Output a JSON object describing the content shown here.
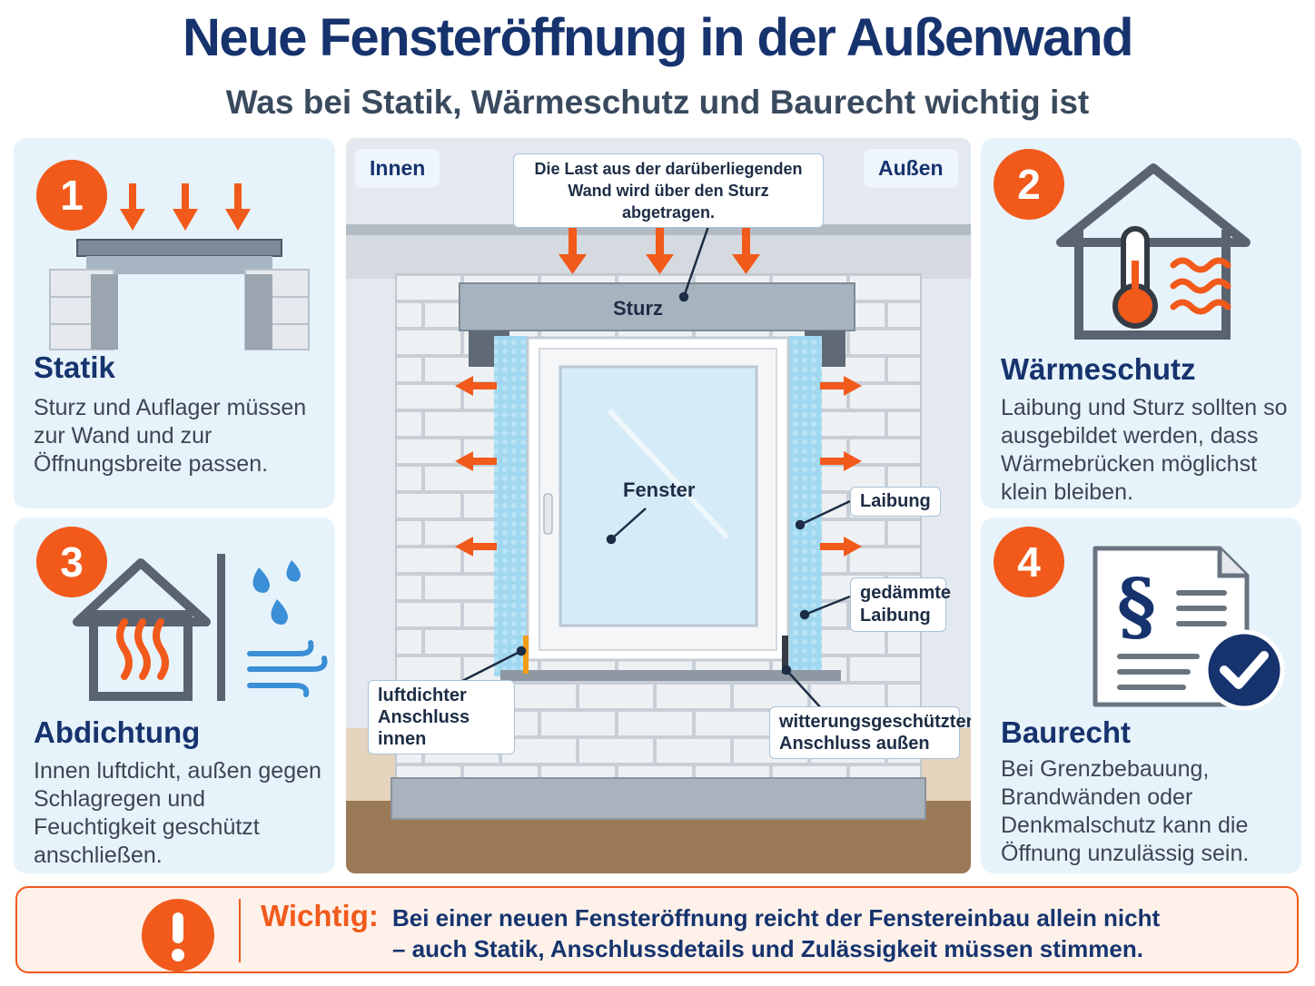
{
  "header": {
    "title": "Neue Fensteröffnung in der Außenwand",
    "subtitle": "Was bei Statik, Wärmeschutz und Baurecht wichtig ist"
  },
  "cards": [
    {
      "number": "1",
      "title": "Statik",
      "text": "Sturz und Auflager müssen zur Wand und zur Öffnungsbreite passen.",
      "icon": "lintel-load-icon"
    },
    {
      "number": "2",
      "title": "Wärmeschutz",
      "text": "Laibung und Sturz sollten so ausgebildet werden, dass Wärmebrücken möglichst klein bleiben.",
      "icon": "house-thermometer-icon"
    },
    {
      "number": "3",
      "title": "Abdichtung",
      "text": "Innen luftdicht, außen gegen Schlagregen und Feuchtigkeit geschützt anschließen.",
      "icon": "house-rain-wind-icon"
    },
    {
      "number": "4",
      "title": "Baurecht",
      "text": "Bei Grenzbebauung, Brandwänden oder Denkmalschutz kann die Öffnung unzulässig sein.",
      "icon": "paragraph-document-check-icon"
    }
  ],
  "diagram": {
    "side_inside": "Innen",
    "side_outside": "Außen",
    "load_note": "Die Last aus der darüberliegenden Wand wird über den Sturz abgetragen.",
    "lintel": "Sturz",
    "window": "Fenster",
    "reveal": "Laibung",
    "insulated_reveal": "gedämmte Laibung",
    "airtight_inside": "luftdichter Anschluss innen",
    "weatherproof_outside": "witterungsgeschützter Anschluss außen"
  },
  "notice": {
    "label": "Wichtig:",
    "text": "Bei einer neuen Fensteröffnung reicht der Fenstereinbau allein nicht – auch Statik, Anschlussdetails und Zulässigkeit müssen stimmen."
  },
  "colors": {
    "accent": "#f15a1b",
    "navy": "#16336e",
    "card_bg": "#e7f3fb",
    "insulation": "#9fd8f0"
  }
}
